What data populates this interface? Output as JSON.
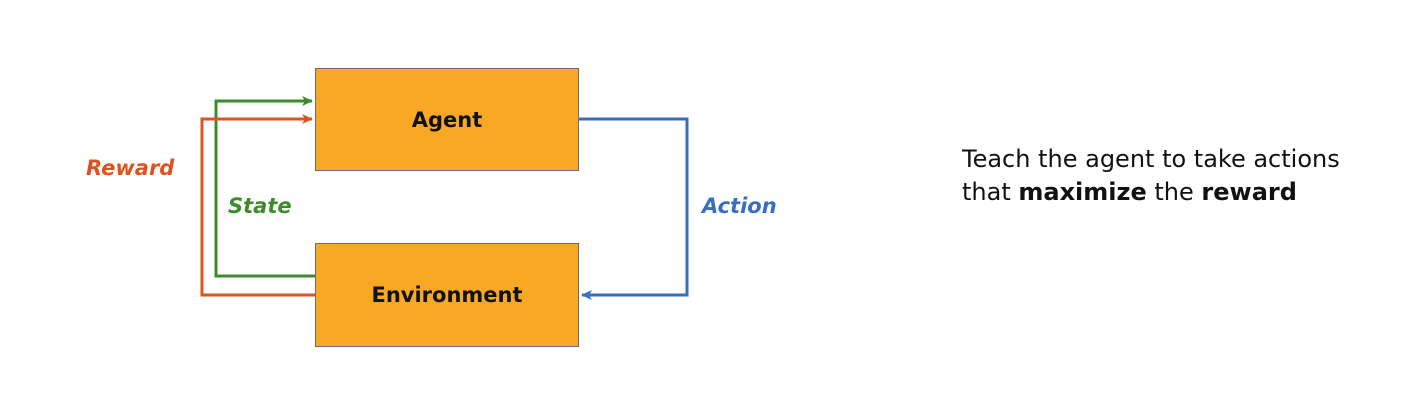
{
  "diagram": {
    "agent_label": "Agent",
    "environment_label": "Environment",
    "reward_label": "Reward",
    "state_label": "State",
    "action_label": "Action"
  },
  "caption": {
    "part1": "Teach the agent to take actions that ",
    "emphasis1": "maximize",
    "part2": " the ",
    "emphasis2": "reward"
  },
  "colors": {
    "box_fill": "#f9a825",
    "reward": "#e0521e",
    "state": "#3c8c2c",
    "action": "#3a6fbd"
  }
}
